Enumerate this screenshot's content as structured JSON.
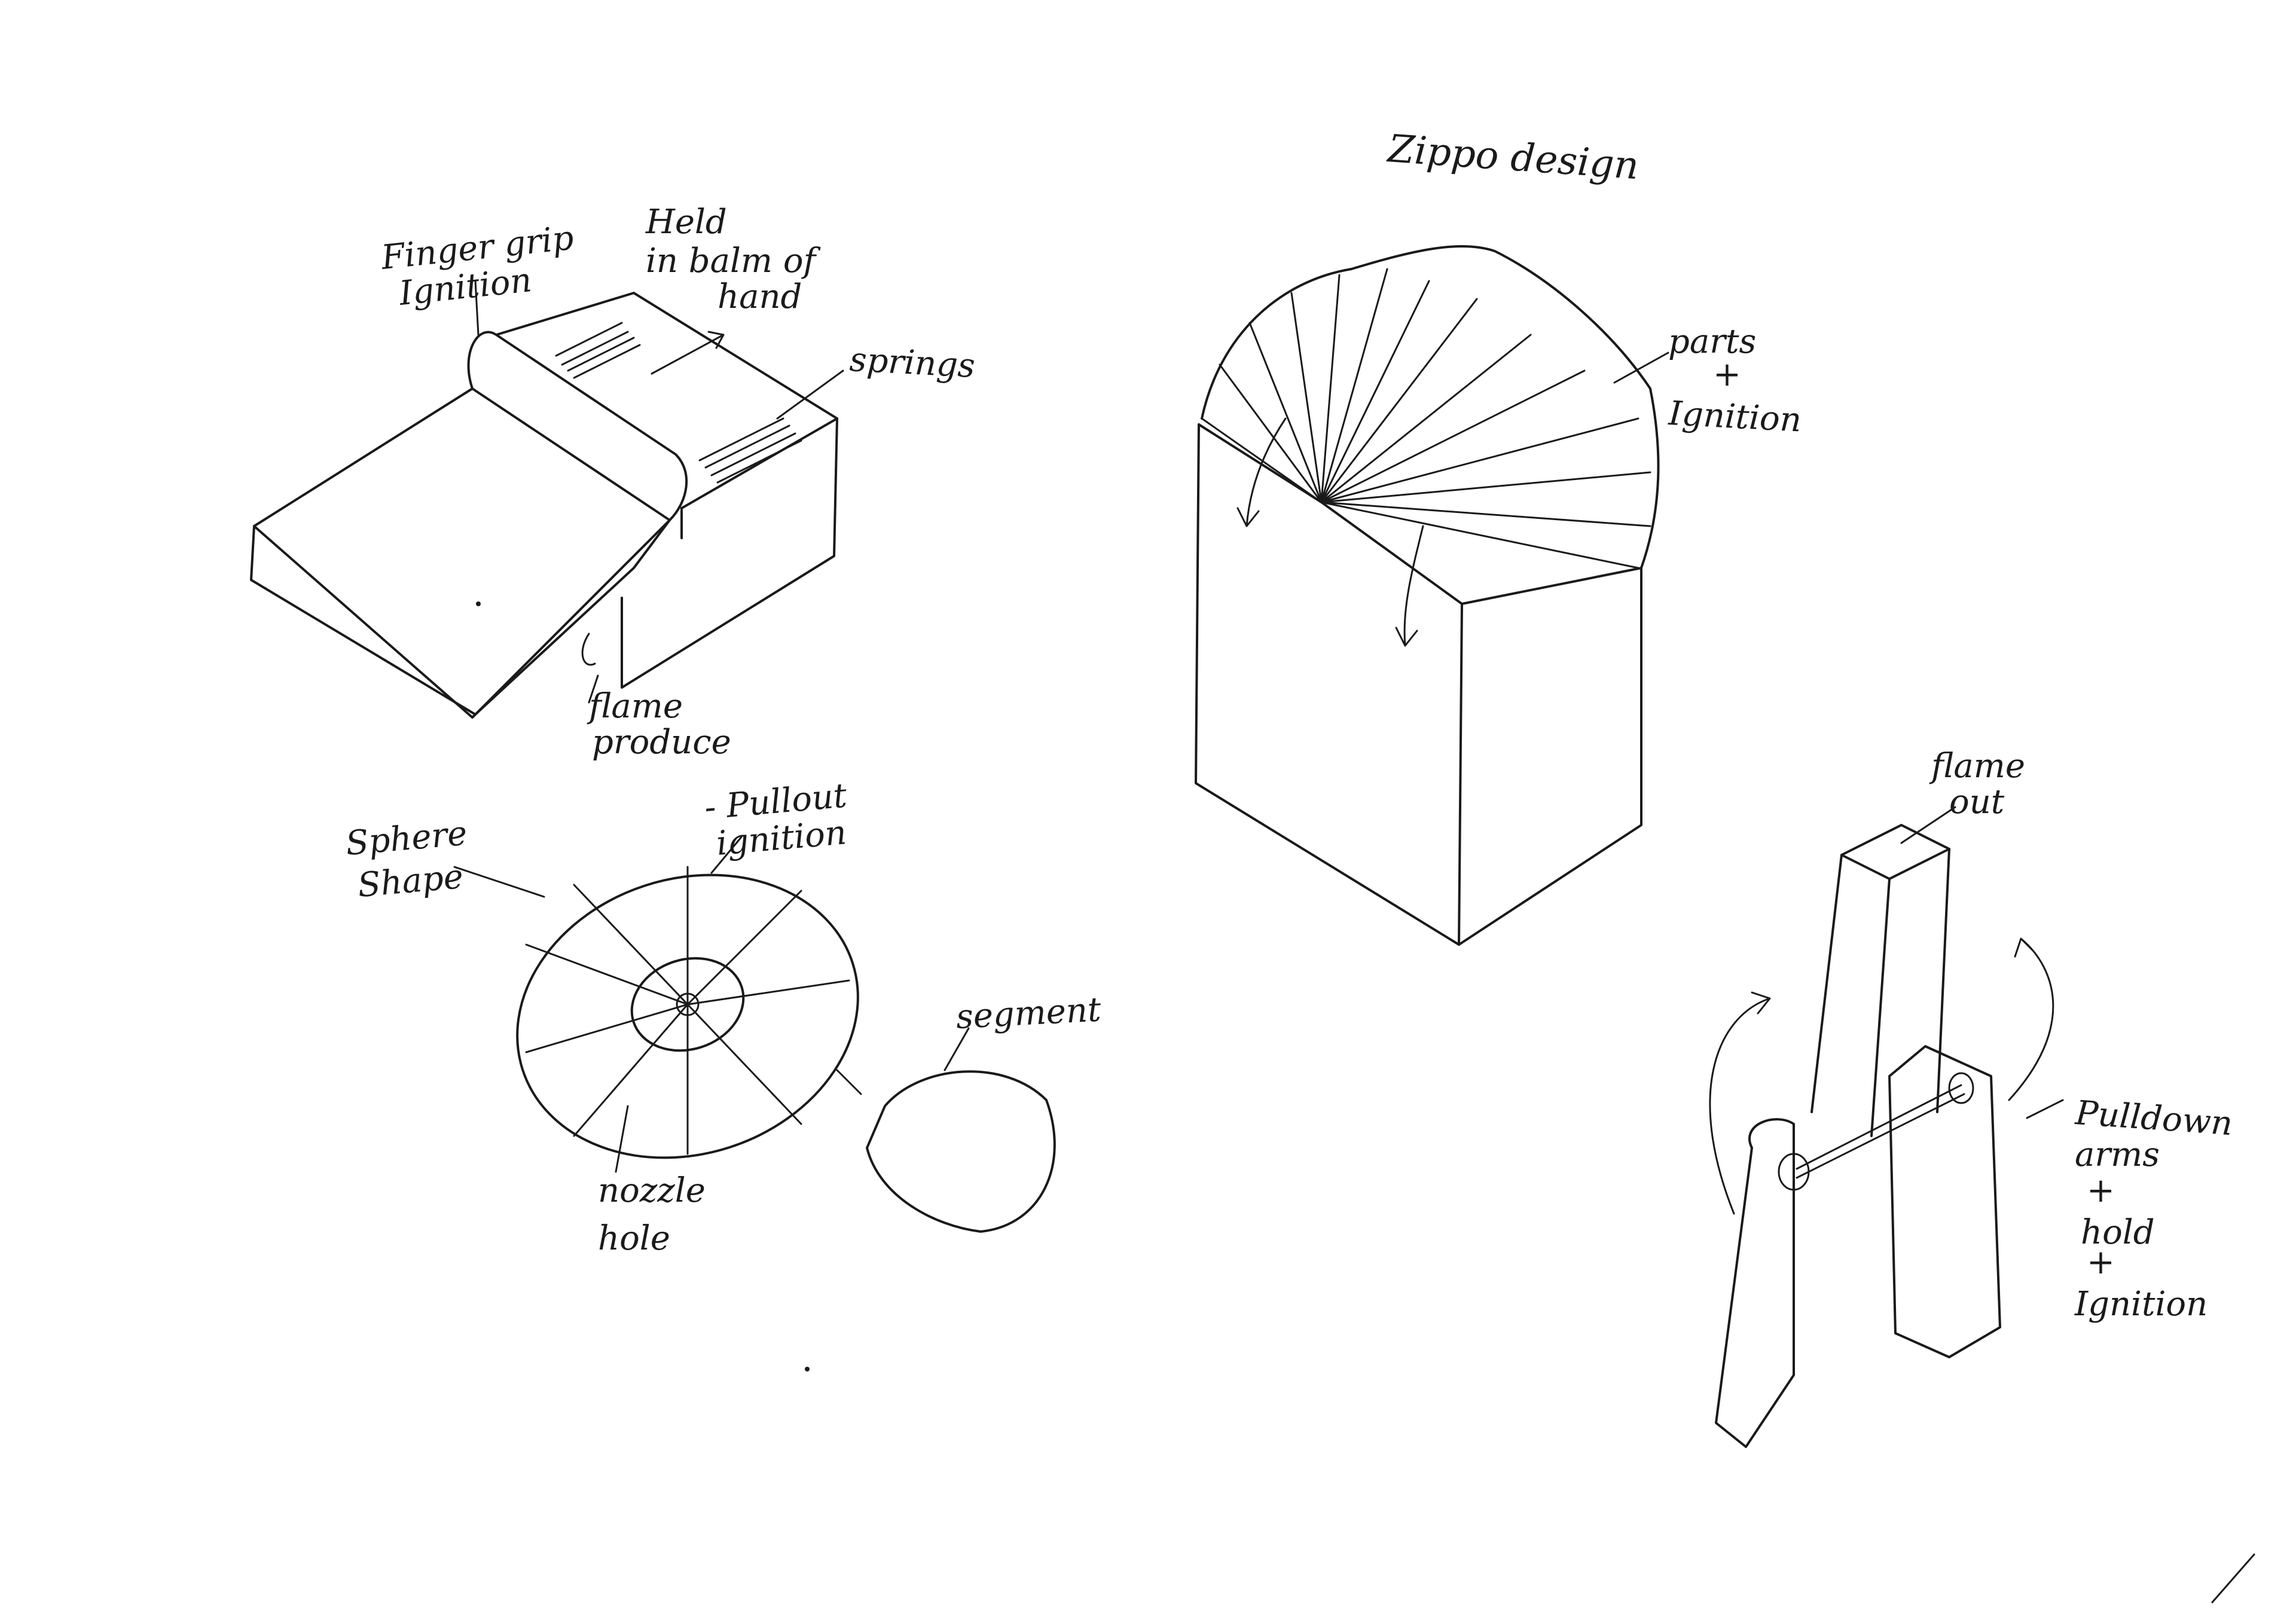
{
  "title": "Zippo design",
  "sketch_lighter_box": {
    "labels": {
      "finger_grip": [
        "Finger grip",
        "Ignition"
      ],
      "held": [
        "Held",
        "in balm of",
        "hand"
      ],
      "springs": "springs",
      "flame": [
        "flame",
        "produce"
      ]
    }
  },
  "sketch_fan_block": {
    "labels": {
      "parts": [
        "parts",
        "+",
        "Ignition"
      ]
    }
  },
  "sketch_sphere": {
    "labels": {
      "sphere": [
        "Sphere",
        "Shape"
      ],
      "pullout": [
        "- Pullout",
        "ignition"
      ],
      "segment": "segment",
      "nozzle": [
        "nozzle",
        "hole"
      ]
    }
  },
  "sketch_h_frame": {
    "labels": {
      "flame_out": [
        "flame",
        "out"
      ],
      "pulldown": [
        "Pulldown",
        "arms",
        "+",
        "hold",
        "+",
        "Ignition"
      ]
    }
  }
}
